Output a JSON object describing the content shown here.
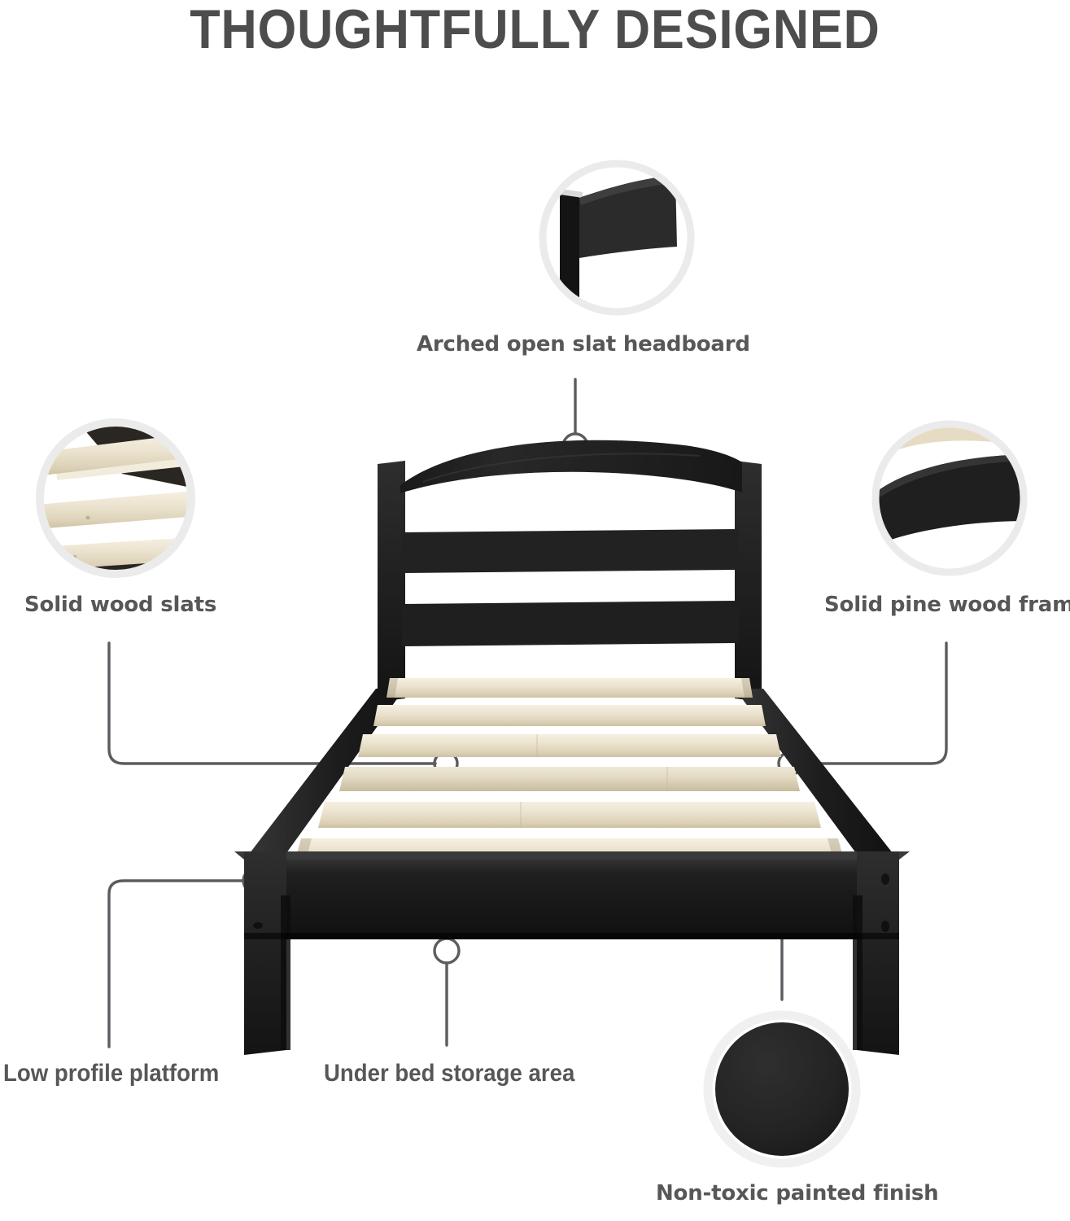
{
  "header": {
    "title": "THOUGHTFULLY DESIGNED"
  },
  "colors": {
    "title_text": "#4d4d4d",
    "label_text": "#575757",
    "ring_gray": "#ebebeb",
    "leader_line": "#5a5c60",
    "frame_black": "#1d1d1d",
    "frame_black_shaded": "#2b2b2b",
    "slat_wood": "#ece4d0",
    "slat_wood_shadow": "#d6cbb2",
    "background": "#ffffff"
  },
  "callouts": [
    {
      "id": "headboard",
      "label": "Arched open slat headboard",
      "detail_icon": "arched-headboard-detail-icon",
      "position": "top-center"
    },
    {
      "id": "slats",
      "label": "Solid wood slats",
      "detail_icon": "wood-slats-detail-icon",
      "position": "left"
    },
    {
      "id": "frame",
      "label": "Solid pine wood frame",
      "detail_icon": "pine-frame-detail-icon",
      "position": "right"
    },
    {
      "id": "low-profile",
      "label": "Low profile platform",
      "detail_icon": null,
      "position": "bottom-left"
    },
    {
      "id": "storage",
      "label": "Under bed storage area",
      "detail_icon": null,
      "position": "bottom-center"
    },
    {
      "id": "finish",
      "label": "Non-toxic painted finish",
      "detail_icon": "painted-finish-swatch-icon",
      "position": "bottom-right"
    }
  ],
  "product": {
    "name": "platform-bed-frame",
    "slat_count": 7,
    "headboard_slat_count": 2
  }
}
